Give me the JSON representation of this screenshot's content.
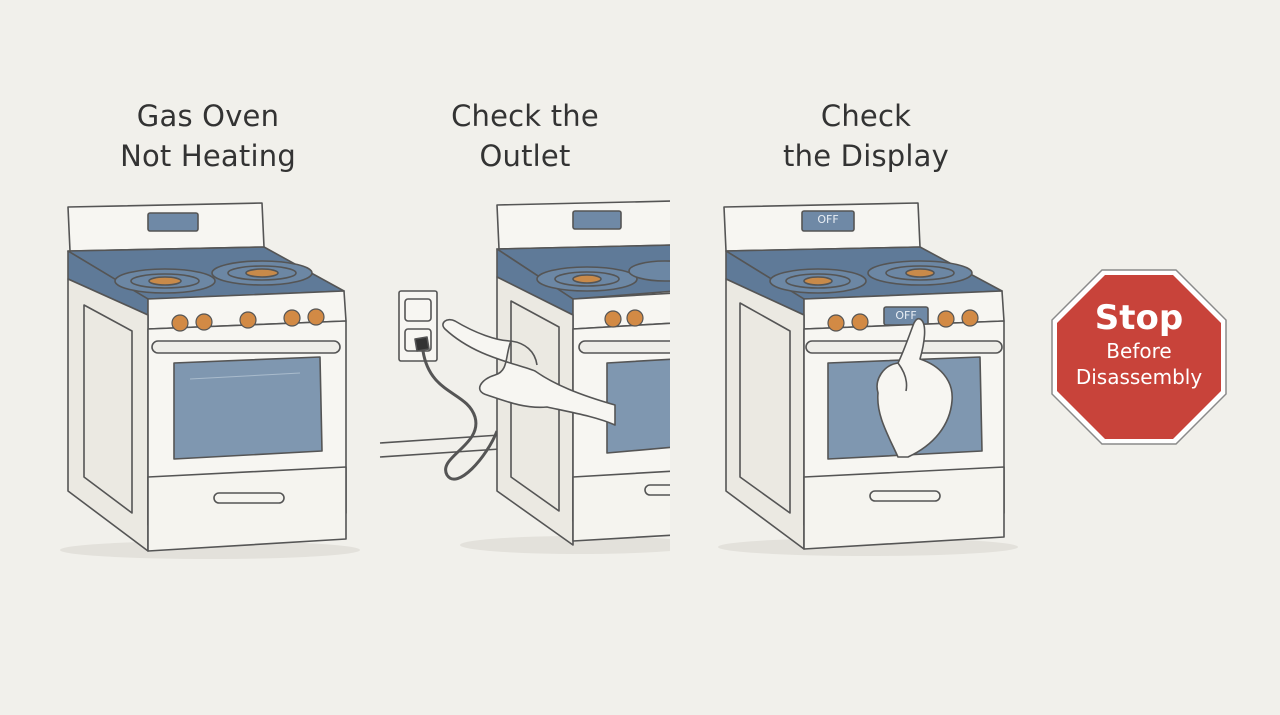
{
  "steps": [
    {
      "title_line1": "Gas Oven",
      "title_line2": "Not Heating"
    },
    {
      "title_line1": "Check the",
      "title_line2": "Outlet"
    },
    {
      "title_line1": "Check",
      "title_line2": "the Display"
    }
  ],
  "display_label": "OFF",
  "knob_label": "OFF",
  "stop_sign": {
    "line1": "Stop",
    "line2": "Before",
    "line3": "Disassembly",
    "color": "#c8433a"
  },
  "colors": {
    "background": "#f1f0eb",
    "stove_blue": "#5f7a98",
    "window_blue": "#7f97b0",
    "knob_orange": "#d28a45",
    "line": "#555555"
  }
}
